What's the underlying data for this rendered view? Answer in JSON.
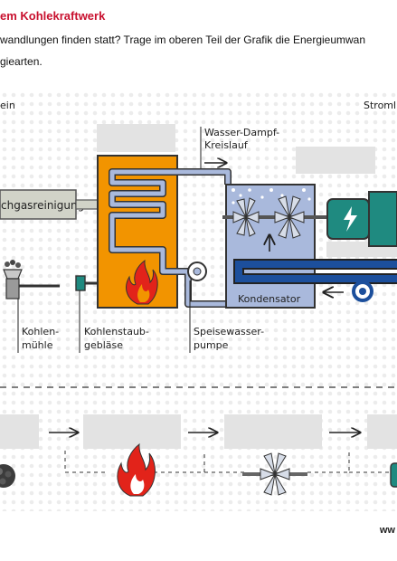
{
  "header": {
    "title": "em Kohlekraftwerk",
    "instruction_line1": "wandlungen finden statt? Trage im oberen Teil der Grafik die Energieumwan",
    "instruction_line2": "giearten."
  },
  "diagram": {
    "labels": {
      "top_left": "ein",
      "top_right": "Stroml",
      "cycle_line1": "Wasser-Dampf-",
      "cycle_line2": "Kreislauf",
      "flue_gas": "chgasreinigung",
      "condenser": "Kondensator",
      "mill_line1": "Kohlen-",
      "mill_line2": "mühle",
      "blower_line1": "Kohlenstaub-",
      "blower_line2": "gebläse",
      "pump_line1": "Speisewasser-",
      "pump_line2": "pumpe"
    },
    "icons": [
      "coal-icon",
      "flame-icon",
      "turbine-icon",
      "generator-icon"
    ]
  },
  "footer": {
    "text": "ww"
  },
  "colors": {
    "title_red": "#c8102e",
    "boiler_orange": "#f29400",
    "turbine_blue": "#a9b9dc",
    "pipe_blue": "#1c4f9c",
    "generator_teal": "#1f8a80",
    "flame_red": "#e2231a",
    "placeholder_gray": "#e3e3e3"
  }
}
